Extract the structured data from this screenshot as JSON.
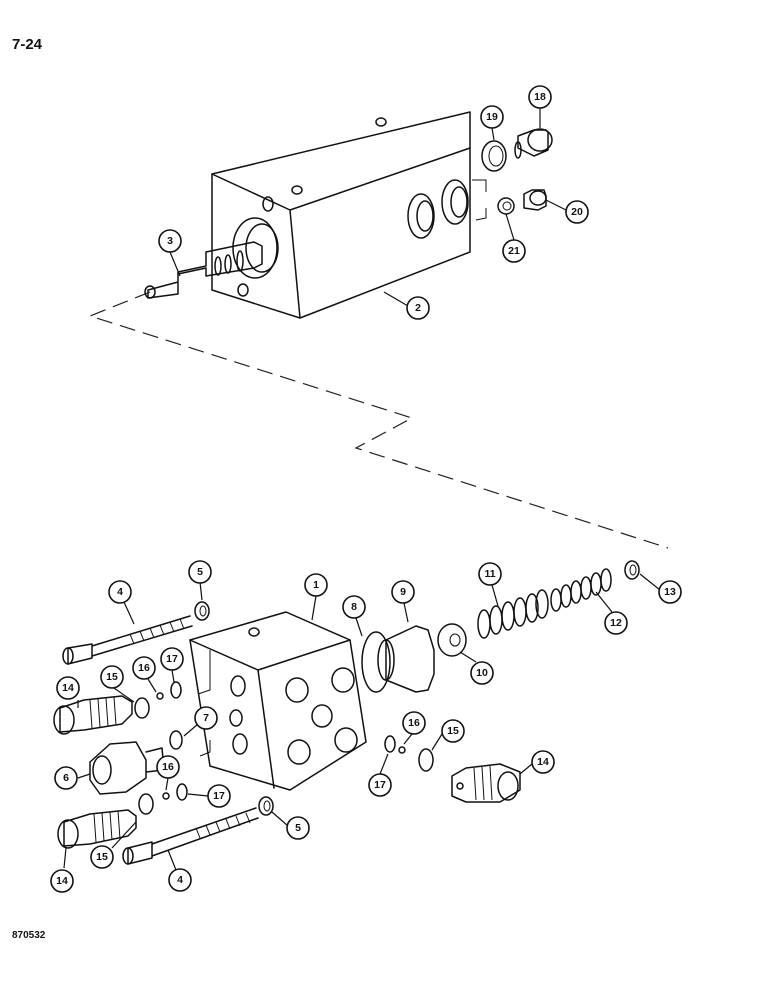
{
  "page": {
    "page_number": "7-24",
    "figure_number": "870532"
  },
  "callouts": [
    {
      "id": "c18",
      "label": "18"
    },
    {
      "id": "c19",
      "label": "19"
    },
    {
      "id": "c20",
      "label": "20"
    },
    {
      "id": "c21",
      "label": "21"
    },
    {
      "id": "c3",
      "label": "3"
    },
    {
      "id": "c2",
      "label": "2"
    },
    {
      "id": "c1",
      "label": "1"
    },
    {
      "id": "c4a",
      "label": "4"
    },
    {
      "id": "c5a",
      "label": "5"
    },
    {
      "id": "c8",
      "label": "8"
    },
    {
      "id": "c9",
      "label": "9"
    },
    {
      "id": "c11",
      "label": "11"
    },
    {
      "id": "c13",
      "label": "13"
    },
    {
      "id": "c12",
      "label": "12"
    },
    {
      "id": "c10",
      "label": "10"
    },
    {
      "id": "c15a",
      "label": "15"
    },
    {
      "id": "c16a",
      "label": "16"
    },
    {
      "id": "c17a",
      "label": "17"
    },
    {
      "id": "c14a",
      "label": "14"
    },
    {
      "id": "c7",
      "label": "7"
    },
    {
      "id": "c6",
      "label": "6"
    },
    {
      "id": "c16b",
      "label": "16"
    },
    {
      "id": "c17b",
      "label": "17"
    },
    {
      "id": "c16c",
      "label": "16"
    },
    {
      "id": "c15b",
      "label": "15"
    },
    {
      "id": "c17c",
      "label": "17"
    },
    {
      "id": "c14b",
      "label": "14"
    },
    {
      "id": "c5b",
      "label": "5"
    },
    {
      "id": "c15c",
      "label": "15"
    },
    {
      "id": "c14c",
      "label": "14"
    },
    {
      "id": "c4b",
      "label": "4"
    }
  ]
}
